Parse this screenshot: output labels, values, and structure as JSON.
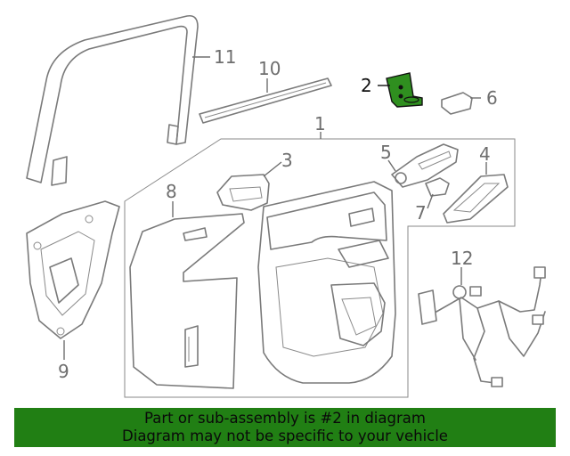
{
  "diagram": {
    "callouts": [
      {
        "id": "c1",
        "label": "1"
      },
      {
        "id": "c2",
        "label": "2"
      },
      {
        "id": "c3",
        "label": "3"
      },
      {
        "id": "c4",
        "label": "4"
      },
      {
        "id": "c5",
        "label": "5"
      },
      {
        "id": "c6",
        "label": "6"
      },
      {
        "id": "c7",
        "label": "7"
      },
      {
        "id": "c8",
        "label": "8"
      },
      {
        "id": "c9",
        "label": "9"
      },
      {
        "id": "c10",
        "label": "10"
      },
      {
        "id": "c11",
        "label": "11"
      },
      {
        "id": "c12",
        "label": "12"
      }
    ],
    "highlight_part": "2",
    "highlight_color": "#2f8f1f",
    "line_color": "#7a7a7a"
  },
  "banner": {
    "line1": "Part or sub-assembly is #2 in diagram",
    "line2": "Diagram may not be specific to your vehicle",
    "background": "#217f14"
  }
}
